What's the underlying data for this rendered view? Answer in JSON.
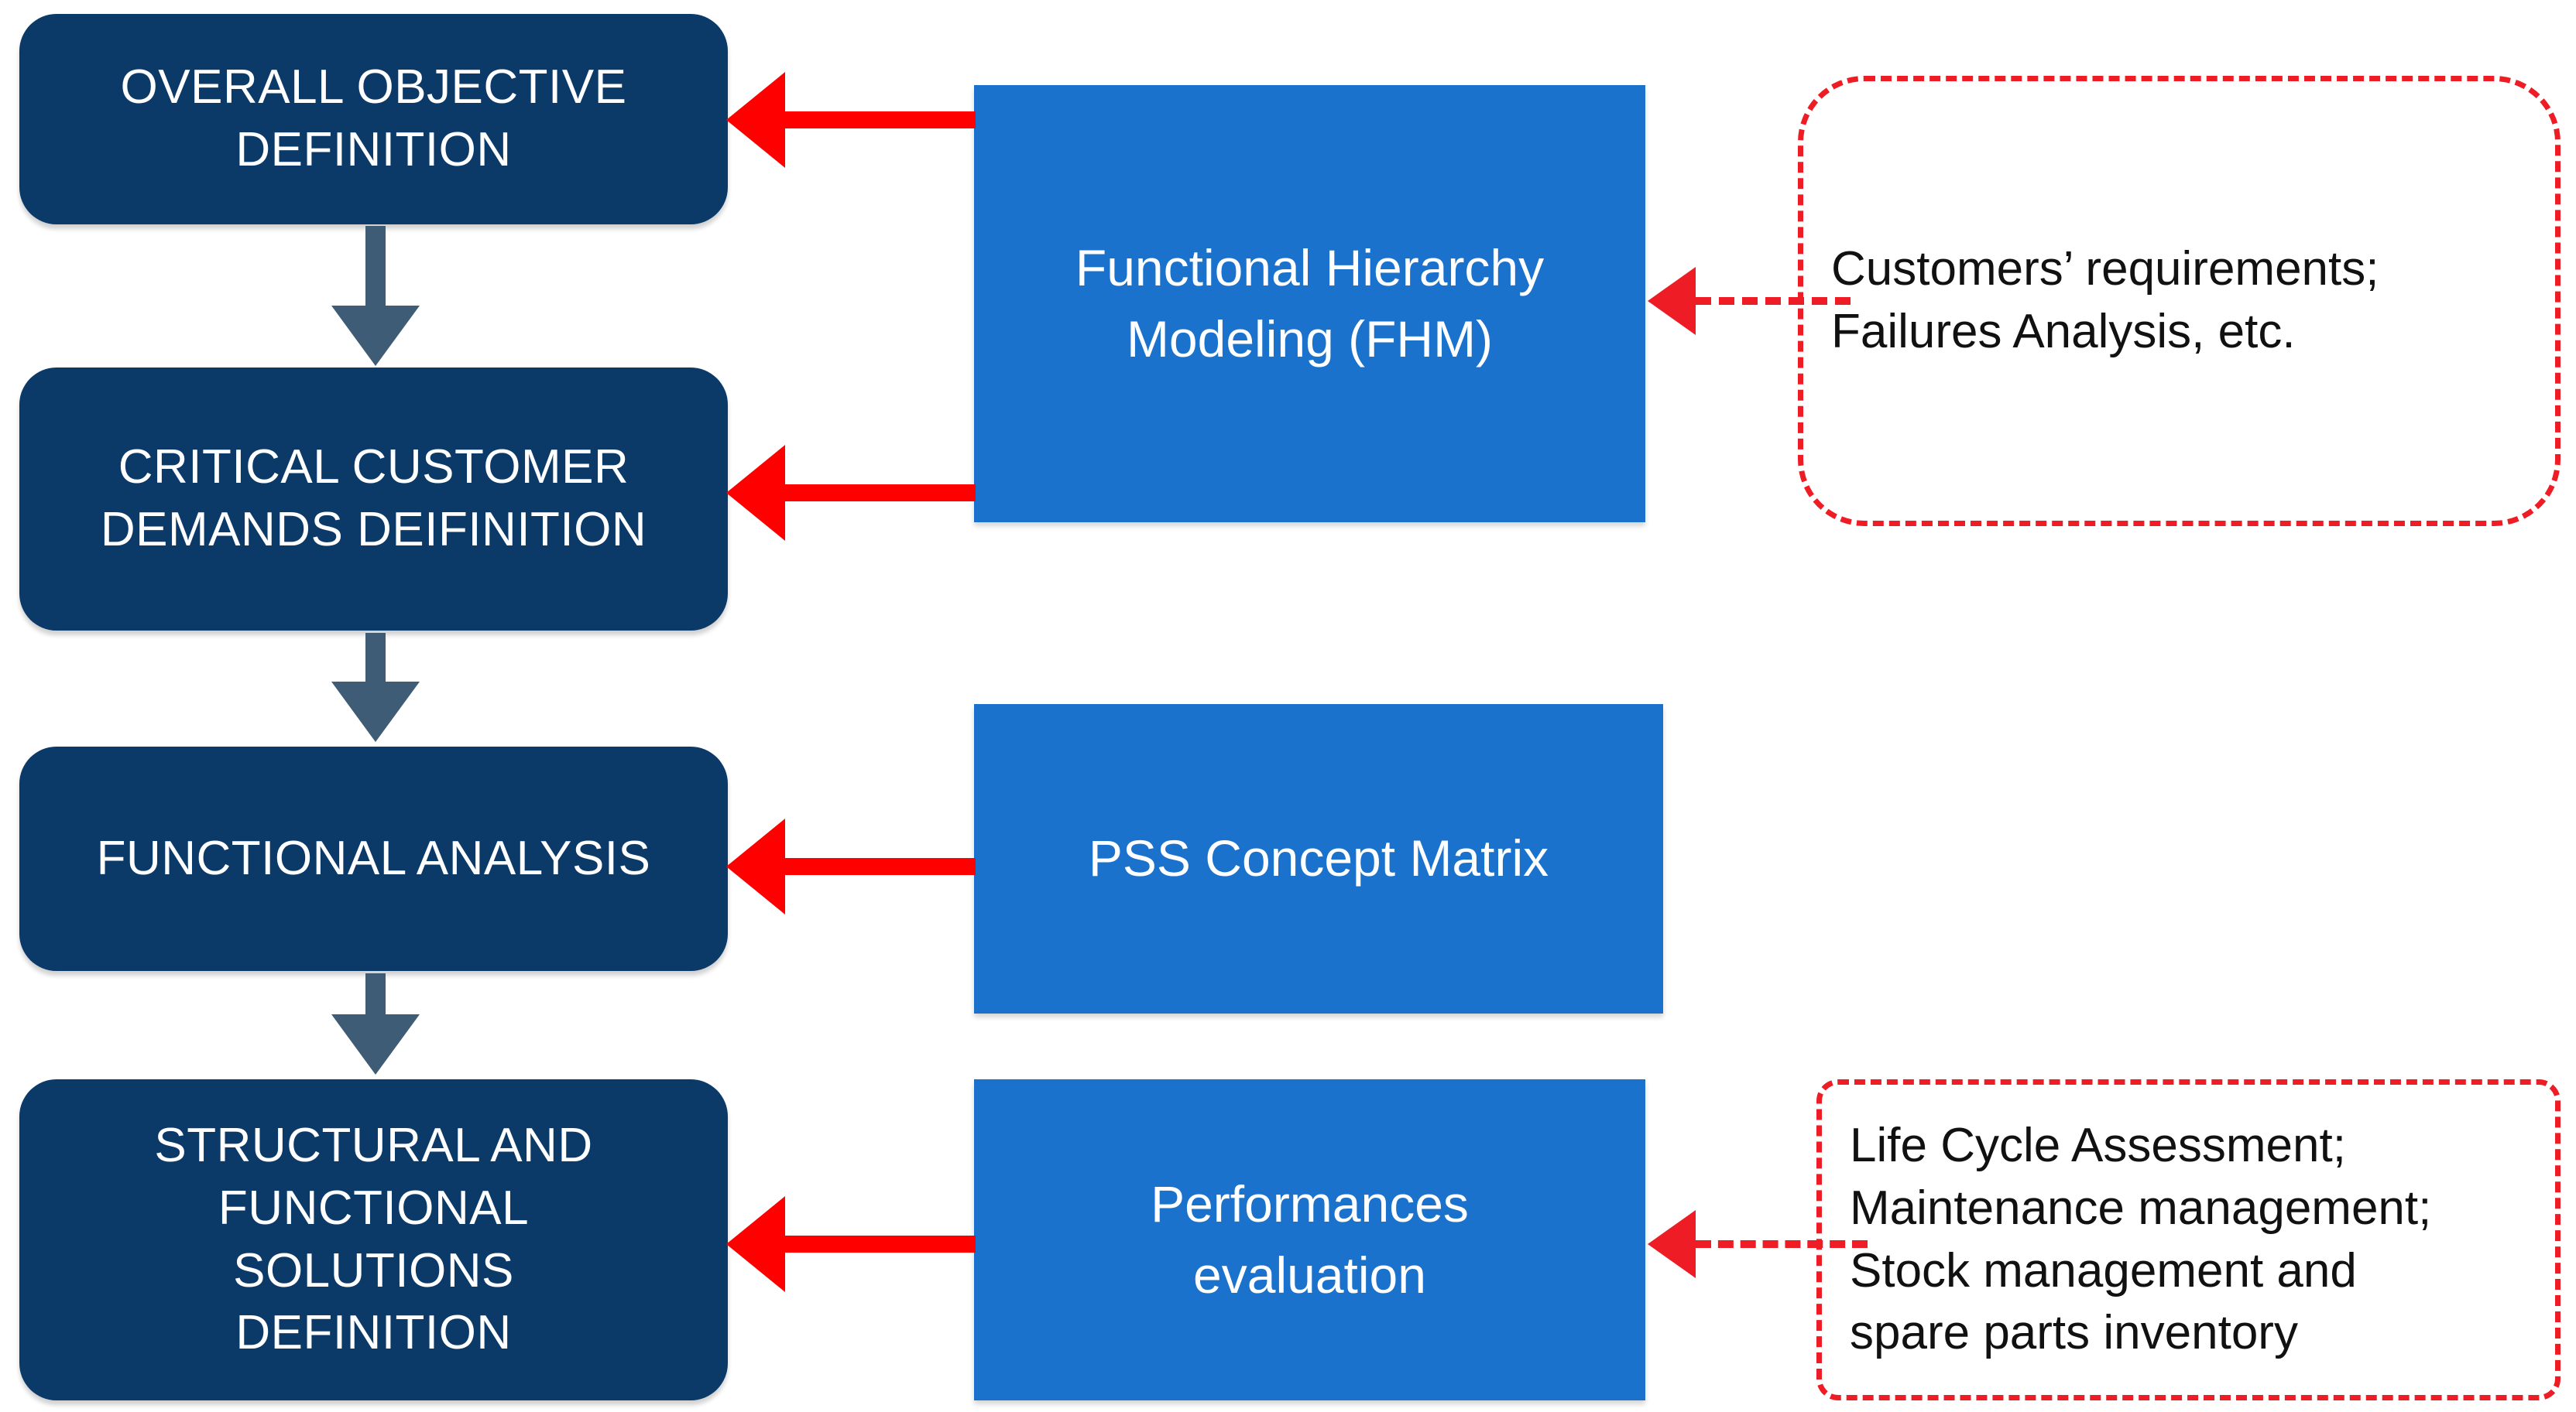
{
  "diagram": {
    "title": "PSS design methodology flow",
    "colors": {
      "navy": "#0b3a69",
      "blue": "#1a72cd",
      "red": "#ee1c25",
      "arrow_red": "#ff0000",
      "grey_arrow": "#3e5c76",
      "background": "#ffffff",
      "text_light": "#ffffff",
      "text_dark": "#111111"
    },
    "phases": [
      {
        "id": "phase-1",
        "line1": "OVERALL OBJECTIVE",
        "line2": "DEFINITION",
        "line3": "",
        "line4": ""
      },
      {
        "id": "phase-2",
        "line1": "CRITICAL CUSTOMER",
        "line2": "DEMANDS DEIFINITION",
        "line3": "",
        "line4": ""
      },
      {
        "id": "phase-3",
        "line1": "FUNCTIONAL ANALYSIS",
        "line2": "",
        "line3": "",
        "line4": ""
      },
      {
        "id": "phase-4",
        "line1": "STRUCTURAL AND",
        "line2": "FUNCTIONAL",
        "line3": "SOLUTIONS",
        "line4": "DEFINITION"
      }
    ],
    "tools": [
      {
        "id": "tool-fhm",
        "line1": "Functional  Hierarchy",
        "line2": "Modeling  (FHM)"
      },
      {
        "id": "tool-pss-matrix",
        "line1": "PSS Concept Matrix",
        "line2": ""
      },
      {
        "id": "tool-performances",
        "line1": "Performances",
        "line2": "evaluation"
      }
    ],
    "callouts": [
      {
        "id": "callout-inputs",
        "line1": "Customers’ requirements;",
        "line2": "Failures Analysis, etc.",
        "line3": "",
        "line4": ""
      },
      {
        "id": "callout-lifecycle",
        "line1": "Life Cycle Assessment;",
        "line2": "Maintenance management;",
        "line3": "Stock management and",
        "line4": "spare parts inventory"
      }
    ],
    "connectors": {
      "flow_down_label": "sequence-arrow",
      "tool_to_phase_label": "tool-feeds-phase-arrow",
      "callout_to_tool_label": "callout-feeds-tool-arrow"
    }
  }
}
